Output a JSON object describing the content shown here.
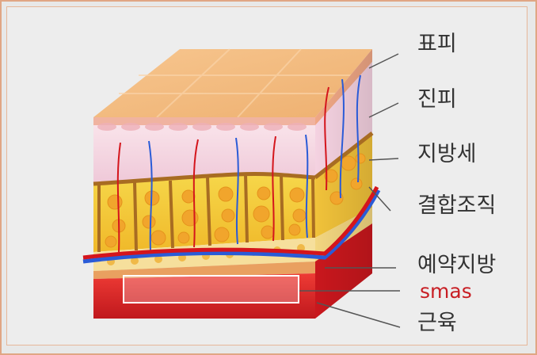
{
  "labels": {
    "epidermis": "표피",
    "dermis": "진피",
    "fat_cells": "지방세",
    "connective_tissue": "결합조직",
    "reserve_fat": "예약지방",
    "smas": "smas",
    "muscle": "근육"
  },
  "colors": {
    "frame_border": "#e0a684",
    "background": "#ededed",
    "label_text": "#333333",
    "smas_accent": "#c81e24",
    "epidermis": "#f2b676",
    "dermis": "#f4d4e2",
    "fat": "#f3cc3a",
    "muscle": "#d8262b",
    "artery": "#d4151c",
    "vein": "#2a5bd7"
  }
}
